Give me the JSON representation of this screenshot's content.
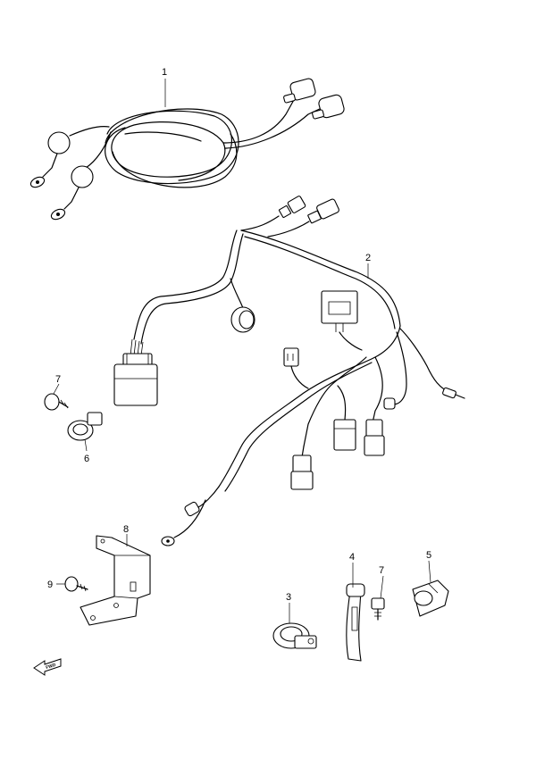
{
  "callouts": {
    "p1": "1",
    "p2": "2",
    "p3": "3",
    "p4": "4",
    "p5": "5",
    "p6": "6",
    "p7a": "7",
    "p7b": "7",
    "p8": "8",
    "p9": "9"
  },
  "fwd_label": "FWD"
}
